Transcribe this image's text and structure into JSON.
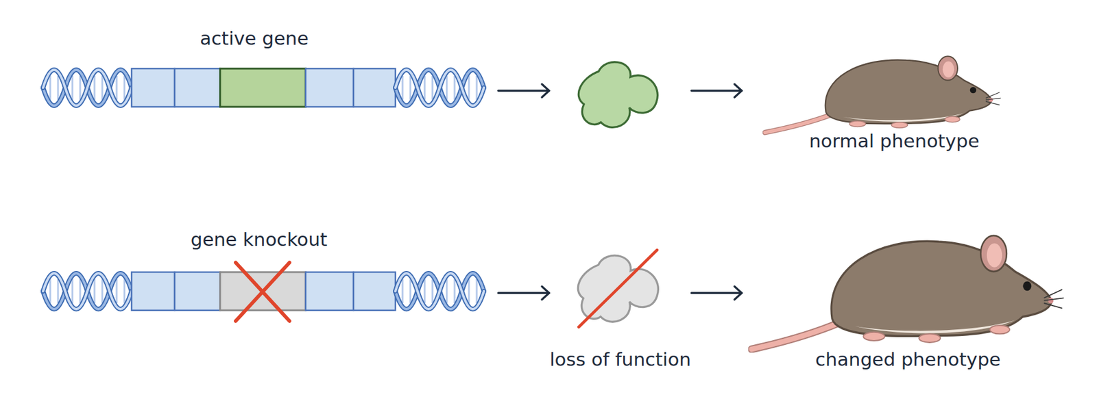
{
  "diagram": {
    "nodes": [
      {
        "text": [
          "active gene"
        ]
      },
      {
        "text": []
      },
      {
        "text": [
          "normal phenotype"
        ]
      },
      {
        "text": [
          "gene knockout"
        ]
      },
      {
        "text": [
          "loss of function"
        ]
      },
      {
        "text": [
          "changed phenotype"
        ]
      }
    ],
    "edges": [
      {
        "from": 0,
        "to": 1,
        "arrow": "to"
      },
      {
        "from": 1,
        "to": 2,
        "arrow": "to"
      },
      {
        "from": 3,
        "to": 4,
        "arrow": "to"
      },
      {
        "from": 4,
        "to": 5,
        "arrow": "to"
      }
    ]
  }
}
